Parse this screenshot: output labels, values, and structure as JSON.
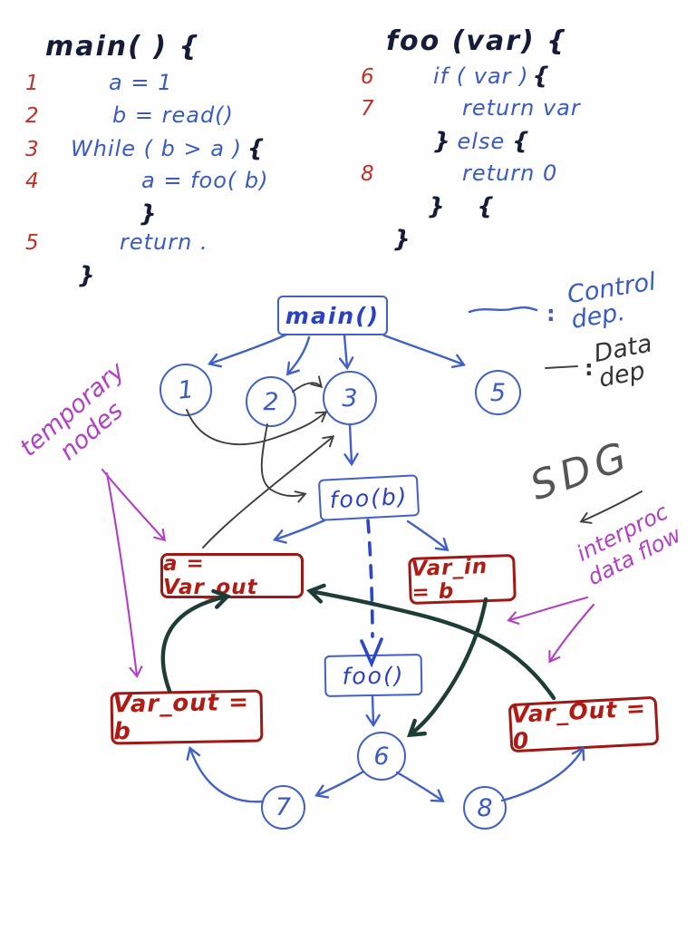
{
  "colors": {
    "ink_blue": "#4160c8",
    "ink_navy": "#161c38",
    "ink_red": "#c03128",
    "ink_dark_red": "#a01815",
    "ink_teal": "#1e3d36",
    "ink_purple": "#b23fc4",
    "ink_gray": "#555555"
  },
  "code_main": {
    "title": "main( ) {",
    "lines": [
      {
        "num": "1",
        "text": "a = 1"
      },
      {
        "num": "2",
        "text": "b = read()"
      },
      {
        "num": "3",
        "text": "While ( b > a )",
        "post": "{"
      },
      {
        "num": "4",
        "text": "a = foo( b)"
      },
      {
        "post": "}"
      },
      {
        "num": "5",
        "text": "return ."
      },
      {
        "post": "}"
      }
    ]
  },
  "code_foo": {
    "title": "foo (var) {",
    "lines": [
      {
        "num": "6",
        "text": "if ( var )",
        "post": "{"
      },
      {
        "num": "7",
        "text": "return var"
      },
      {
        "pre": "}",
        "text": "else",
        "post": "{"
      },
      {
        "num": "8",
        "text": "return 0"
      },
      {
        "pre": "}",
        "post": "{"
      },
      {
        "pre": "}"
      }
    ]
  },
  "graph": {
    "nodes": {
      "main": "main()",
      "n1": "1",
      "n2": "2",
      "n3": "3",
      "n5": "5",
      "foo_b": "foo(b)",
      "a_var_out": "a = Var_out",
      "var_in": "Var_in = b",
      "foo_call": "foo()",
      "n6": "6",
      "n7": "7",
      "n8": "8",
      "var_out_b": "Var_out = b",
      "var_out_0": "Var_Out = 0"
    },
    "edges": {
      "control": [
        "main()->1",
        "main()->2",
        "main()->3",
        "main()->5",
        "3->foo(b)",
        "foo(b)->a=Var_out",
        "foo(b)->Var_in=b",
        "foo()->6",
        "6->7",
        "6->8",
        "7->Var_out=b",
        "8->Var_Out=0"
      ],
      "data": [
        "2->3",
        "1->3",
        "2->foo(b)",
        "a=Var_out->3"
      ],
      "call": [
        "foo(b)->foo()"
      ],
      "interproc_data_flow": [
        "Var_out=b->a=Var_out",
        "Var_Out=0->a=Var_out",
        "Var_in=b->6"
      ]
    }
  },
  "legend": {
    "control_label": "Control dep.",
    "data_label": "Data dep",
    "colon": ":"
  },
  "annotations": {
    "temporary": "temporary nodes",
    "sdg": "SDG",
    "interproc": "interproc data flow"
  }
}
